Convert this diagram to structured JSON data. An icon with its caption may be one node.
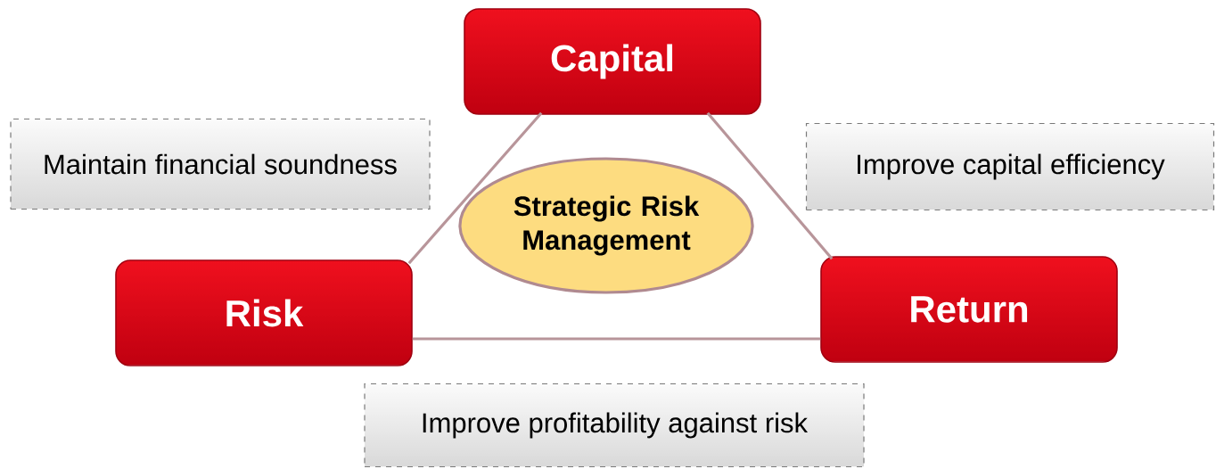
{
  "diagram": {
    "nodes": [
      {
        "text": [
          "Capital"
        ]
      },
      {
        "text": [
          "Maintain financial soundness"
        ]
      },
      {
        "text": [
          "Improve capital efficiency"
        ]
      },
      {
        "text": [
          "Strategic Risk Management"
        ]
      },
      {
        "text": [
          "Risk"
        ]
      },
      {
        "text": [
          "Return"
        ]
      },
      {
        "text": [
          "Improve profitability against risk"
        ]
      }
    ],
    "edges": [
      {
        "from": 0,
        "to": 4,
        "arrow": "none"
      },
      {
        "from": 0,
        "to": 5,
        "arrow": "none"
      },
      {
        "from": 4,
        "to": 5,
        "arrow": "none"
      }
    ]
  }
}
